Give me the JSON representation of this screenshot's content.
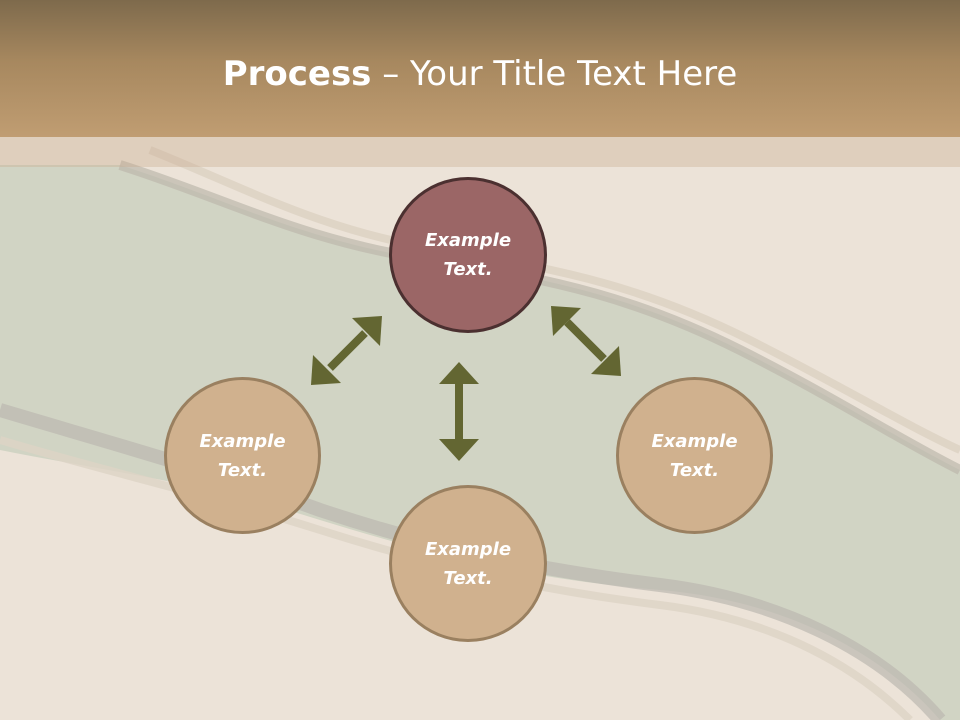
{
  "title": {
    "bold": "Process",
    "rest": " – Your Title Text Here"
  },
  "nodes": {
    "top": "Example Text.",
    "left": "Example Text.",
    "bottom": "Example Text.",
    "right": "Example Text."
  },
  "colors": {
    "header_gradient": [
      "#7e6a4c",
      "#c09d72"
    ],
    "top_node_fill": "#9b6666",
    "other_node_fill": "#d0b18e",
    "arrow": "#636632",
    "wave_band": "#d1d4c4"
  }
}
